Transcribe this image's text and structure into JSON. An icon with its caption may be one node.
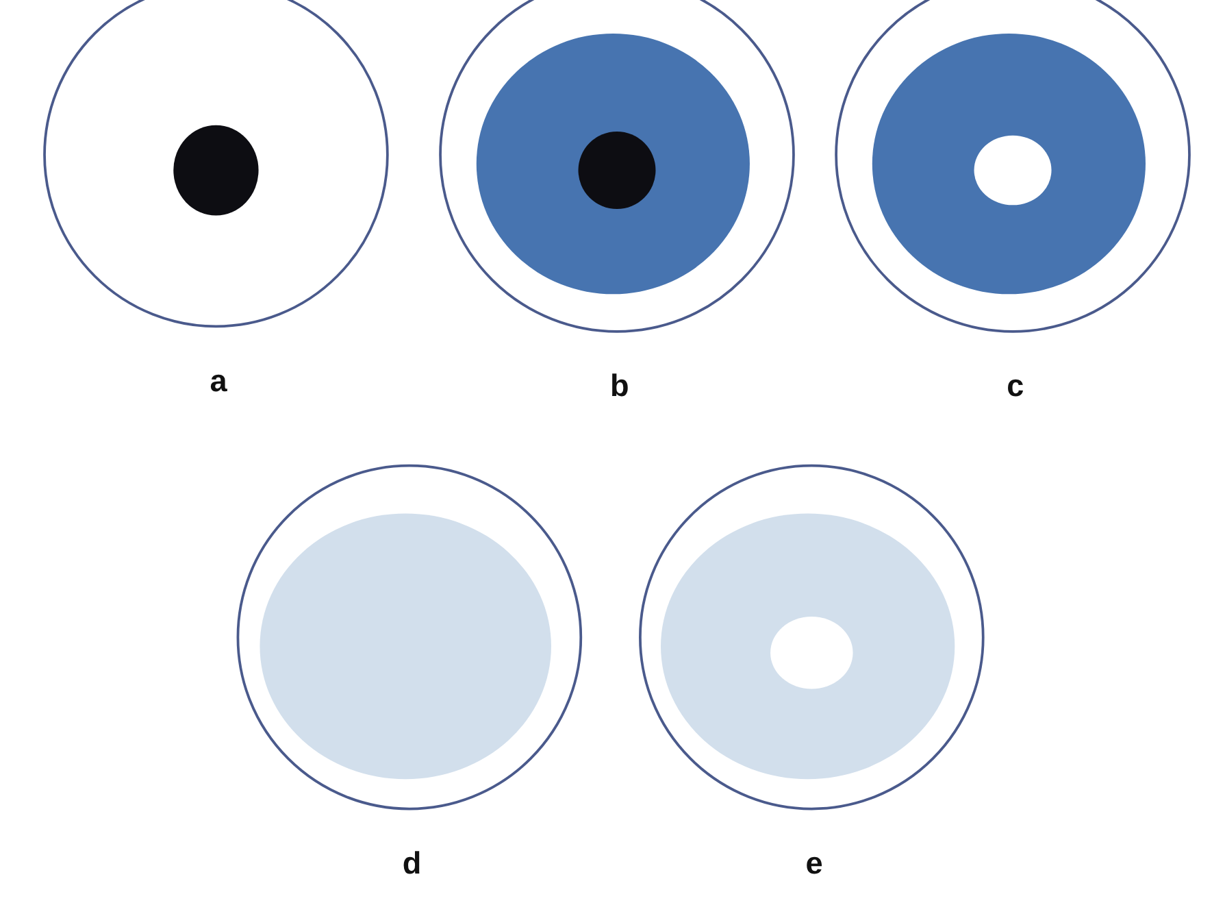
{
  "diagram": {
    "nodes": [
      {
        "text": [],
        "shape": "circle",
        "beside": [
          "a"
        ]
      },
      {
        "text": [],
        "shape": "circle",
        "beside": [
          "b"
        ]
      },
      {
        "text": [],
        "shape": "circle",
        "beside": [
          "c"
        ]
      },
      {
        "text": [],
        "shape": "circle",
        "beside": [
          "d"
        ]
      },
      {
        "text": [],
        "shape": "circle",
        "beside": [
          "e"
        ]
      }
    ],
    "edges": []
  }
}
